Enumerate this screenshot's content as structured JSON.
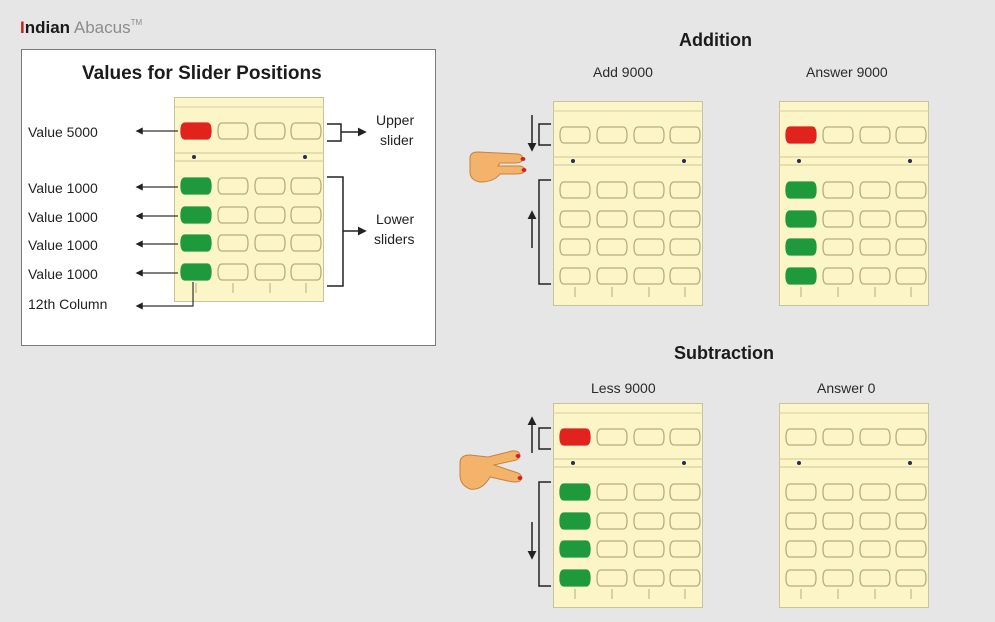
{
  "logo": {
    "brand_red": "I",
    "brand_rest": "ndian",
    "product": "Abacus",
    "tm": "TM"
  },
  "legend": {
    "title": "Values for Slider Positions",
    "value_labels": [
      "Value 5000",
      "Value 1000",
      "Value 1000",
      "Value 1000",
      "Value 1000"
    ],
    "column_label": "12th Column",
    "upper_label_1": "Upper",
    "upper_label_2": "slider",
    "lower_label_1": "Lower",
    "lower_label_2": "sliders"
  },
  "addition": {
    "title": "Addition",
    "left_caption": "Add 9000",
    "right_caption": "Answer 9000"
  },
  "subtraction": {
    "title": "Subtraction",
    "left_caption": "Less 9000",
    "right_caption": "Answer 0"
  },
  "colors": {
    "frame_fill": "#fbf5c8",
    "bead_active_upper": "#e0231c",
    "bead_active_lower": "#1e9a3c",
    "bead_outline": "#b6ad7e",
    "background": "#e6e6e6"
  },
  "abacus_states": {
    "legend": {
      "upper_active": [
        true,
        false,
        false,
        false
      ],
      "lower_active": [
        4,
        0,
        0,
        0
      ]
    },
    "add": {
      "upper_active": [
        false,
        false,
        false,
        false
      ],
      "lower_active": [
        0,
        0,
        0,
        0
      ]
    },
    "add_answer": {
      "upper_active": [
        true,
        false,
        false,
        false
      ],
      "lower_active": [
        4,
        0,
        0,
        0
      ]
    },
    "less": {
      "upper_active": [
        true,
        false,
        false,
        false
      ],
      "lower_active": [
        4,
        0,
        0,
        0
      ]
    },
    "less_answer": {
      "upper_active": [
        false,
        false,
        false,
        false
      ],
      "lower_active": [
        0,
        0,
        0,
        0
      ]
    }
  }
}
